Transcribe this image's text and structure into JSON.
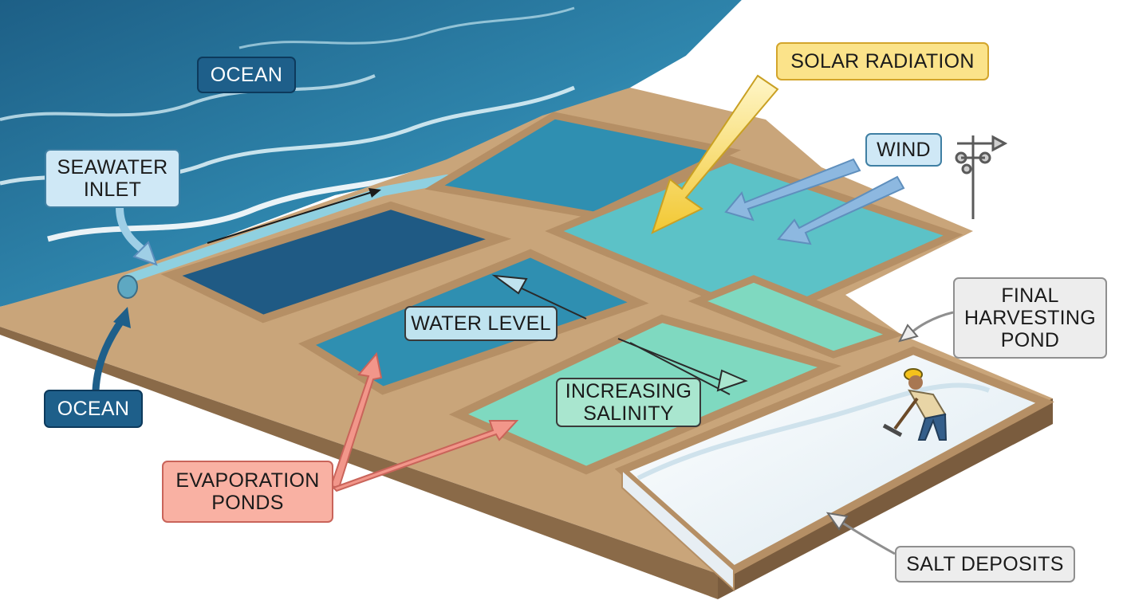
{
  "labels": {
    "ocean_top": "OCEAN",
    "ocean_bottom": "OCEAN",
    "seawater_inlet": [
      "SEAWATER",
      "INLET"
    ],
    "solar_radiation": "SOLAR RADIATION",
    "wind": "WIND",
    "water_level": "WATER LEVEL",
    "increasing_salinity": [
      "INCREASING",
      "SALINITY"
    ],
    "final_harvesting_pond": [
      "FINAL",
      "HARVESTING",
      "POND"
    ],
    "evaporation_ponds": [
      "EVAPORATION",
      "PONDS"
    ],
    "salt_deposits": "SALT DEPOSITS"
  },
  "colors": {
    "ocean_deep": "#1d5f86",
    "ocean_light": "#5fb0c9",
    "sand": "#c9a57a",
    "dike": "#b58f65",
    "soil_side": "#8a6a48",
    "pond_dark": "#1f5a84",
    "pond_mid": "#2f8fb1",
    "pond_light": "#5cc2c7",
    "pond_green": "#7fd9c0",
    "salt": "#eef4f8",
    "label_ocean": "#1e5f8a",
    "label_inlet": "#cfe8f6",
    "label_solar": "#fbe38a",
    "label_wind": "#cfe8f6",
    "label_water_level": "#bfe3ef",
    "label_salinity": "#a9e6cf",
    "label_final": "#ededed",
    "label_evaporation": "#f9b1a3",
    "label_salt": "#ededed",
    "sun_arrow": "#f2c832",
    "wind_arrow": "#8db8e0",
    "evaporation_arrow": "#f2968a"
  },
  "icons": [
    "anemometer-icon",
    "worker-figure",
    "rake-icon"
  ]
}
